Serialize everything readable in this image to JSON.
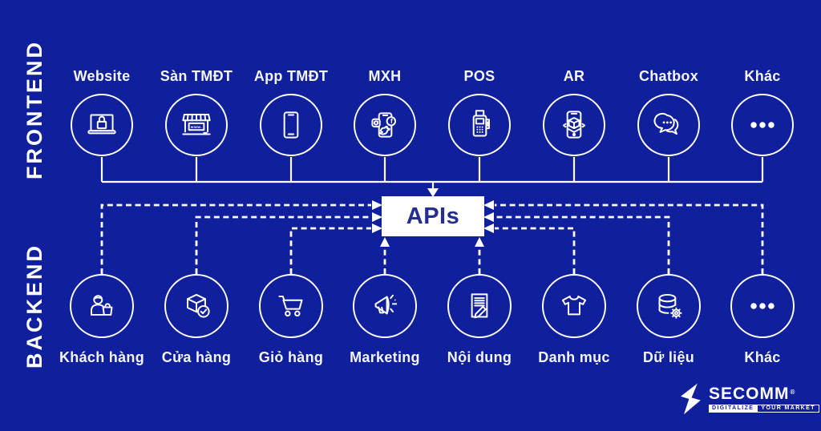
{
  "sections": {
    "frontend": "FRONTEND",
    "backend": "BACKEND"
  },
  "apis_label": "APIs",
  "frontend": {
    "items": [
      {
        "label": "Website",
        "icon": "laptop-lock-icon"
      },
      {
        "label": "Sàn TMĐT",
        "icon": "storefront-icon"
      },
      {
        "label": "App TMĐT",
        "icon": "smartphone-icon"
      },
      {
        "label": "MXH",
        "icon": "social-media-phone-icon"
      },
      {
        "label": "POS",
        "icon": "pos-terminal-icon"
      },
      {
        "label": "AR",
        "icon": "ar-phone-icon"
      },
      {
        "label": "Chatbox",
        "icon": "chat-bubbles-icon"
      },
      {
        "label": "Khác",
        "icon": "ellipsis-icon"
      }
    ]
  },
  "backend": {
    "items": [
      {
        "label": "Khách hàng",
        "icon": "customer-bag-icon"
      },
      {
        "label": "Cửa hàng",
        "icon": "box-check-icon"
      },
      {
        "label": "Giỏ hàng",
        "icon": "shopping-cart-icon"
      },
      {
        "label": "Marketing",
        "icon": "megaphone-icon"
      },
      {
        "label": "Nội dung",
        "icon": "document-pencil-icon"
      },
      {
        "label": "Danh mục",
        "icon": "tshirt-icon"
      },
      {
        "label": "Dữ liệu",
        "icon": "database-gear-icon"
      },
      {
        "label": "Khác",
        "icon": "ellipsis-icon"
      }
    ]
  },
  "logo": {
    "brand": "SECOMM",
    "registered": "®",
    "tagline_left": "DIGITALIZE",
    "tagline_right": "YOUR MARKET",
    "icon": "secomm-s-icon"
  },
  "colors": {
    "background": "#101F9B",
    "line": "#FFFFFF",
    "apis_box_bg": "#FFFFFF",
    "apis_text": "#232E8D"
  }
}
